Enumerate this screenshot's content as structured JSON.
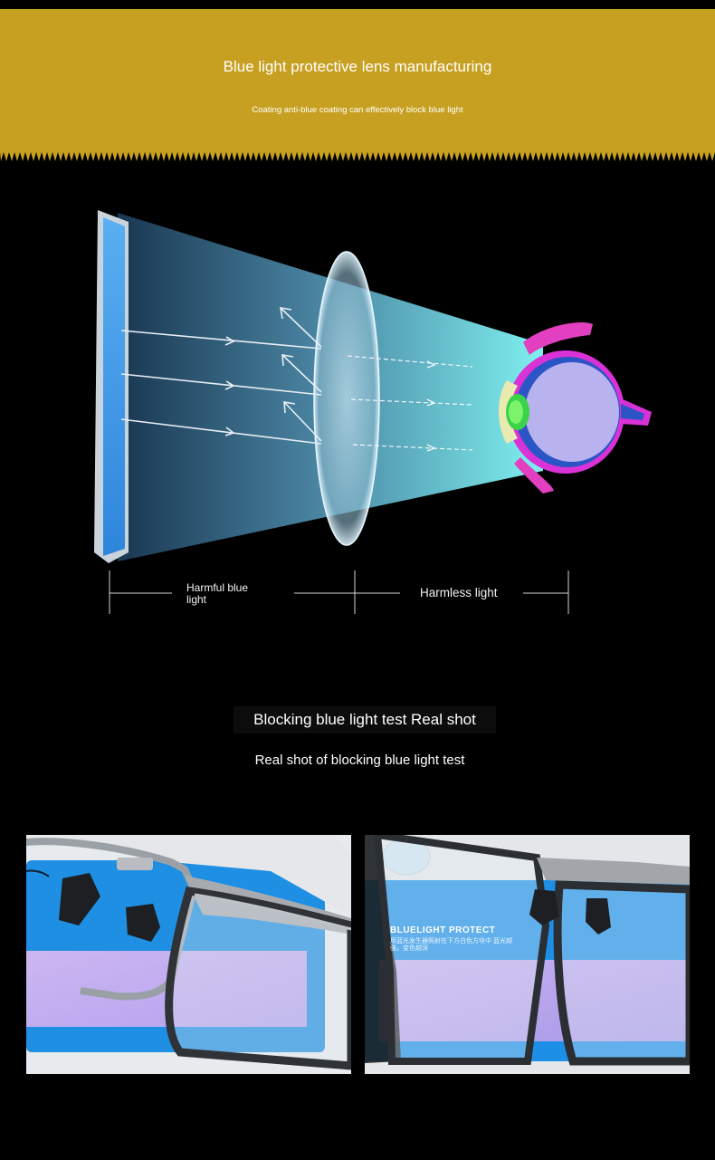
{
  "header": {
    "title": "Blue light protective lens manufacturing",
    "subtitle": "Coating anti-blue coating can effectively block blue light",
    "color": "#c7a021"
  },
  "diagram": {
    "label_harmful": "Harmful blue light",
    "label_harmless": "Harmless light",
    "screen_color": "#4ba3ee",
    "beam_color": "#7fe8f4",
    "eye_color": "#d932d6"
  },
  "test_section": {
    "title": "Blocking blue light test Real shot",
    "subtitle": "Real shot of blocking blue light test"
  },
  "photos": {
    "right_card_brand": "BLUELIGHT PROTECT",
    "right_card_text": "用蓝光发生器照射在下方白色方块中 蓝光越强，变色越深"
  }
}
